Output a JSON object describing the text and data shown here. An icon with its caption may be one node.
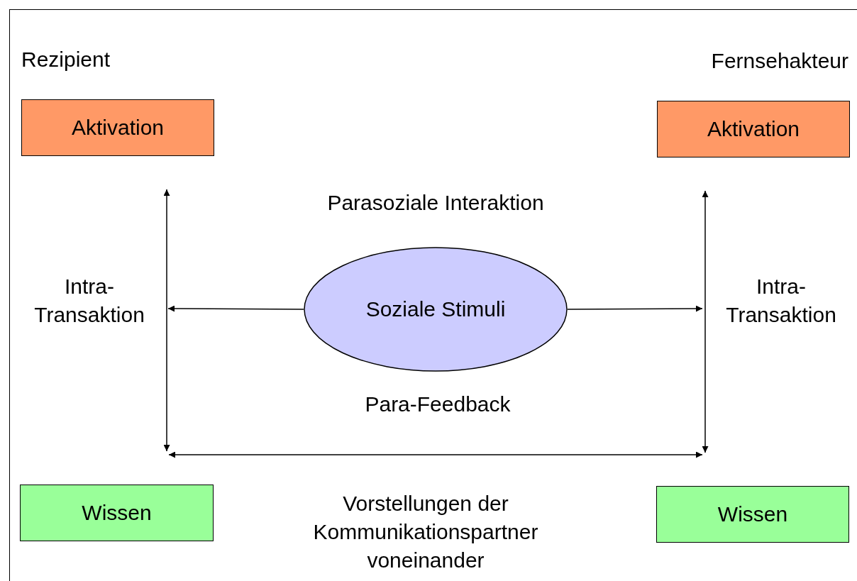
{
  "diagram": {
    "nodes": [
      {
        "text": [
          "Aktivation"
        ]
      },
      {
        "text": [
          "Aktivation"
        ]
      },
      {
        "text": [
          "Soziale Stimuli"
        ]
      },
      {
        "text": [
          "Wissen"
        ]
      },
      {
        "text": [
          "Wissen"
        ]
      }
    ],
    "edges": [
      {
        "from": 2,
        "to": null,
        "arrow": "to"
      },
      {
        "from": 2,
        "to": null,
        "arrow": "to"
      },
      {
        "from": 0,
        "to": 3,
        "arrow": "both"
      },
      {
        "from": 1,
        "to": 4,
        "arrow": "both"
      }
    ],
    "labels": [
      "Rezipient",
      "Fernsehakteur",
      "Parasoziale Interaktion",
      "Intra-Transaktion",
      "Intra-Transaktion",
      "Para-Feedback",
      "Vorstellungen der Kommunikationspartner voneinander"
    ]
  }
}
